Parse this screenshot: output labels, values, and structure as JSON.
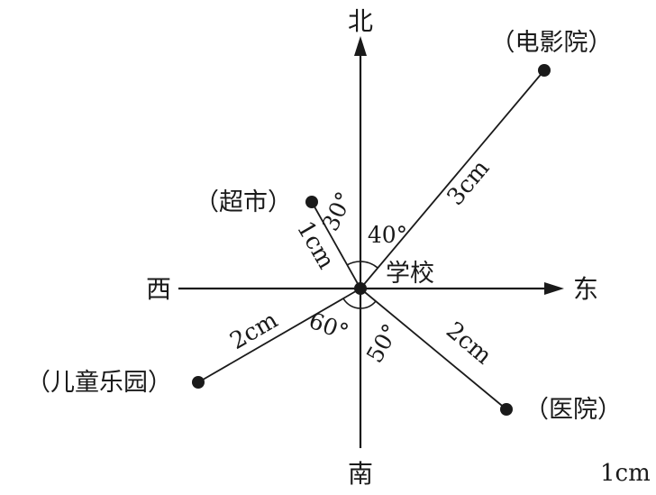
{
  "directions": {
    "north": "北",
    "south": "南",
    "east": "东",
    "west": "西"
  },
  "center": {
    "label": "学校"
  },
  "places": {
    "cinema": {
      "label": "（电影院）",
      "distance": "3cm",
      "angle": "40°"
    },
    "supermarket": {
      "label": "（超市）",
      "distance": "1cm",
      "angle": "30°"
    },
    "playground": {
      "label": "（儿童乐园）",
      "distance": "2cm",
      "angle": "60°"
    },
    "hospital": {
      "label": "（医院）",
      "distance": "2cm",
      "angle": "50°"
    }
  },
  "scale": {
    "text": "1cm"
  }
}
